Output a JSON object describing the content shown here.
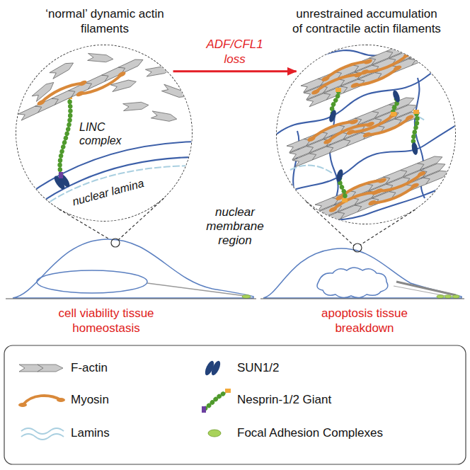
{
  "diagram": {
    "nodes": [
      {
        "text": [
          "‘normal’ dynamic actin filaments"
        ]
      },
      {
        "text": [
          "unrestrained accumulation of contractile actin filaments"
        ]
      }
    ],
    "edges": [
      {
        "from": 0,
        "to": 1,
        "arrow": "to",
        "label": "ADF/CFL1 loss"
      }
    ],
    "labels": [
      "LINC complex",
      "nuclear lamina",
      "nuclear membrane region",
      "cell viability tissue homeostasis",
      "apoptosis tissue breakdown"
    ],
    "legend": [
      {
        "text": "F-actin"
      },
      {
        "text": "SUN1/2"
      },
      {
        "text": "Myosin"
      },
      {
        "text": "Nesprin-1/2 Giant"
      },
      {
        "text": "Lamins"
      },
      {
        "text": "Focal Adhesion Complexes"
      }
    ]
  }
}
